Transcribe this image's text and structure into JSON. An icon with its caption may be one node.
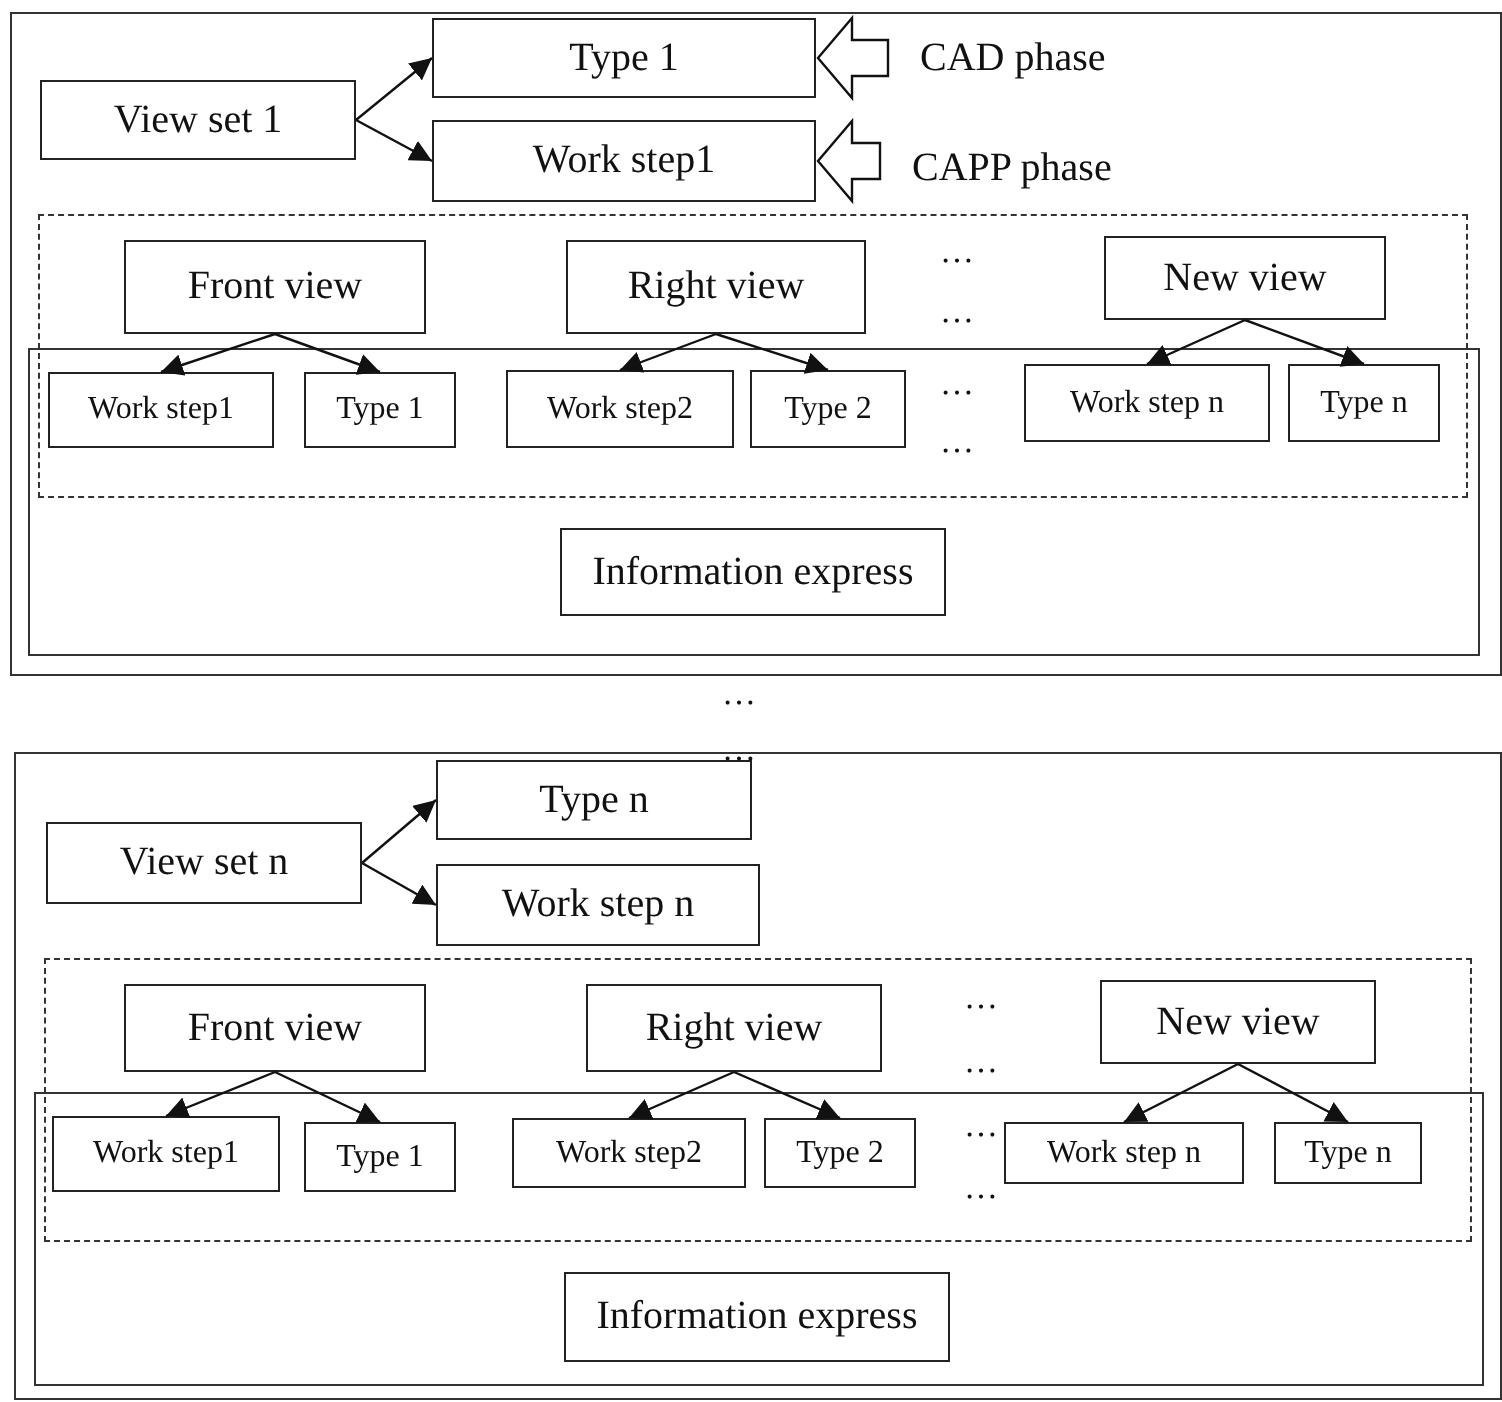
{
  "diagram": {
    "nodes": [
      {
        "text": [],
        "shape": "box"
      },
      {
        "text": [
          "View set 1"
        ],
        "in": 0
      },
      {
        "text": [
          "Type 1"
        ],
        "in": 0
      },
      {
        "text": [
          "Work step1"
        ],
        "in": 0
      },
      {
        "text": [
          "CAD  phase"
        ],
        "in": 0
      },
      {
        "text": [
          "CAPP  phase"
        ],
        "in": 0
      },
      {
        "text": [],
        "shape": "box",
        "in": 0
      },
      {
        "text": [],
        "shape": "box",
        "in": 0
      },
      {
        "text": [
          "Front view"
        ],
        "in": 6
      },
      {
        "text": [
          "Right view"
        ],
        "in": 6
      },
      {
        "text": [
          "New view"
        ],
        "in": 6
      },
      {
        "text": [
          "Work step1"
        ]
      },
      {
        "text": [
          "Type 1"
        ]
      },
      {
        "text": [
          "Work step2"
        ]
      },
      {
        "text": [
          "Type 2"
        ]
      },
      {
        "text": [
          "Work step n"
        ]
      },
      {
        "text": [
          "Type n"
        ]
      },
      {
        "text": [
          "Information express"
        ],
        "in": 7
      },
      {
        "text": [],
        "shape": "box"
      },
      {
        "text": [
          "View set n"
        ],
        "in": 18
      },
      {
        "text": [
          "Type n"
        ],
        "in": 18
      },
      {
        "text": [
          "Work step n"
        ],
        "in": 18
      },
      {
        "text": [],
        "shape": "box",
        "in": 18
      },
      {
        "text": [],
        "shape": "box",
        "in": 18
      },
      {
        "text": [
          "Front view"
        ],
        "in": 22
      },
      {
        "text": [
          "Right view"
        ],
        "in": 22
      },
      {
        "text": [
          "New view"
        ],
        "in": 22
      },
      {
        "text": [
          "Work step1"
        ]
      },
      {
        "text": [
          "Type 1"
        ]
      },
      {
        "text": [
          "Work step2"
        ]
      },
      {
        "text": [
          "Type 2"
        ]
      },
      {
        "text": [
          "Work step n"
        ]
      },
      {
        "text": [
          "Type n"
        ]
      },
      {
        "text": [
          "Information express"
        ],
        "in": 23
      }
    ],
    "edges": [
      {
        "from": 1,
        "to": 2,
        "arrow": "to"
      },
      {
        "from": 1,
        "to": 3,
        "arrow": "to"
      },
      {
        "from": 4,
        "to": 2,
        "arrow": "to",
        "style": "thick"
      },
      {
        "from": 5,
        "to": 3,
        "arrow": "to",
        "style": "thick"
      },
      {
        "from": 8,
        "to": 11,
        "arrow": "to"
      },
      {
        "from": 8,
        "to": 12,
        "arrow": "to"
      },
      {
        "from": 9,
        "to": 13,
        "arrow": "to"
      },
      {
        "from": 9,
        "to": 14,
        "arrow": "to"
      },
      {
        "from": 10,
        "to": 15,
        "arrow": "to"
      },
      {
        "from": 10,
        "to": 16,
        "arrow": "to"
      },
      {
        "from": 19,
        "to": 20,
        "arrow": "to"
      },
      {
        "from": 19,
        "to": 21,
        "arrow": "to"
      },
      {
        "from": 24,
        "to": 27,
        "arrow": "to"
      },
      {
        "from": 24,
        "to": 28,
        "arrow": "to"
      },
      {
        "from": 25,
        "to": 29,
        "arrow": "to"
      },
      {
        "from": 25,
        "to": 30,
        "arrow": "to"
      },
      {
        "from": 26,
        "to": 31,
        "arrow": "to"
      },
      {
        "from": 26,
        "to": 32,
        "arrow": "to"
      }
    ],
    "labels": [
      "…",
      "…",
      "…",
      "…",
      "…",
      "…",
      "…",
      "…",
      "…",
      "…"
    ]
  }
}
